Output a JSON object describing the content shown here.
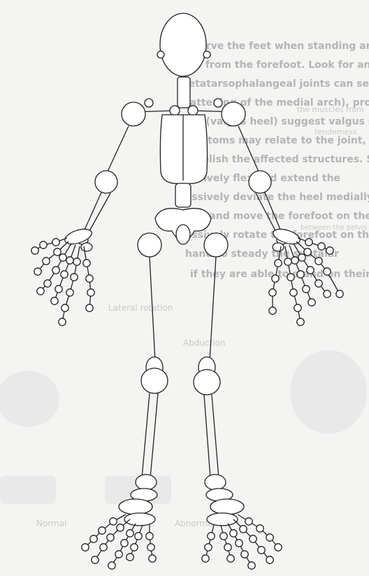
{
  "background_text": {
    "lines": [
      "Observe the feet when standing and during walk",
      "off from the forefoot. Look for any callosities benea",
      "metatarsophalangeal joints can separate the toes",
      "(flattening of the medial arch), pronation of",
      "arch (valgus heel) suggest valgus subluxati",
      "symptoms may relate to the joint, the periarticular",
      "establish the affected structures. Squeeze across",
      "Passively flex and extend the",
      "Passively deviate the heel medially (inversion) an",
      "hand and move the forefoot on the lower leg",
      "Passively rotate the forefoot on the hindfoot by g",
      "hand to steady the subtalar",
      "if they are able to stand on their tiptoes with n"
    ],
    "side_notes": [
      "Lateral rotation",
      "Abduction",
      "Abnormal",
      "Normal",
      "the muscles from",
      "tendemess",
      "between the pelvis"
    ]
  }
}
